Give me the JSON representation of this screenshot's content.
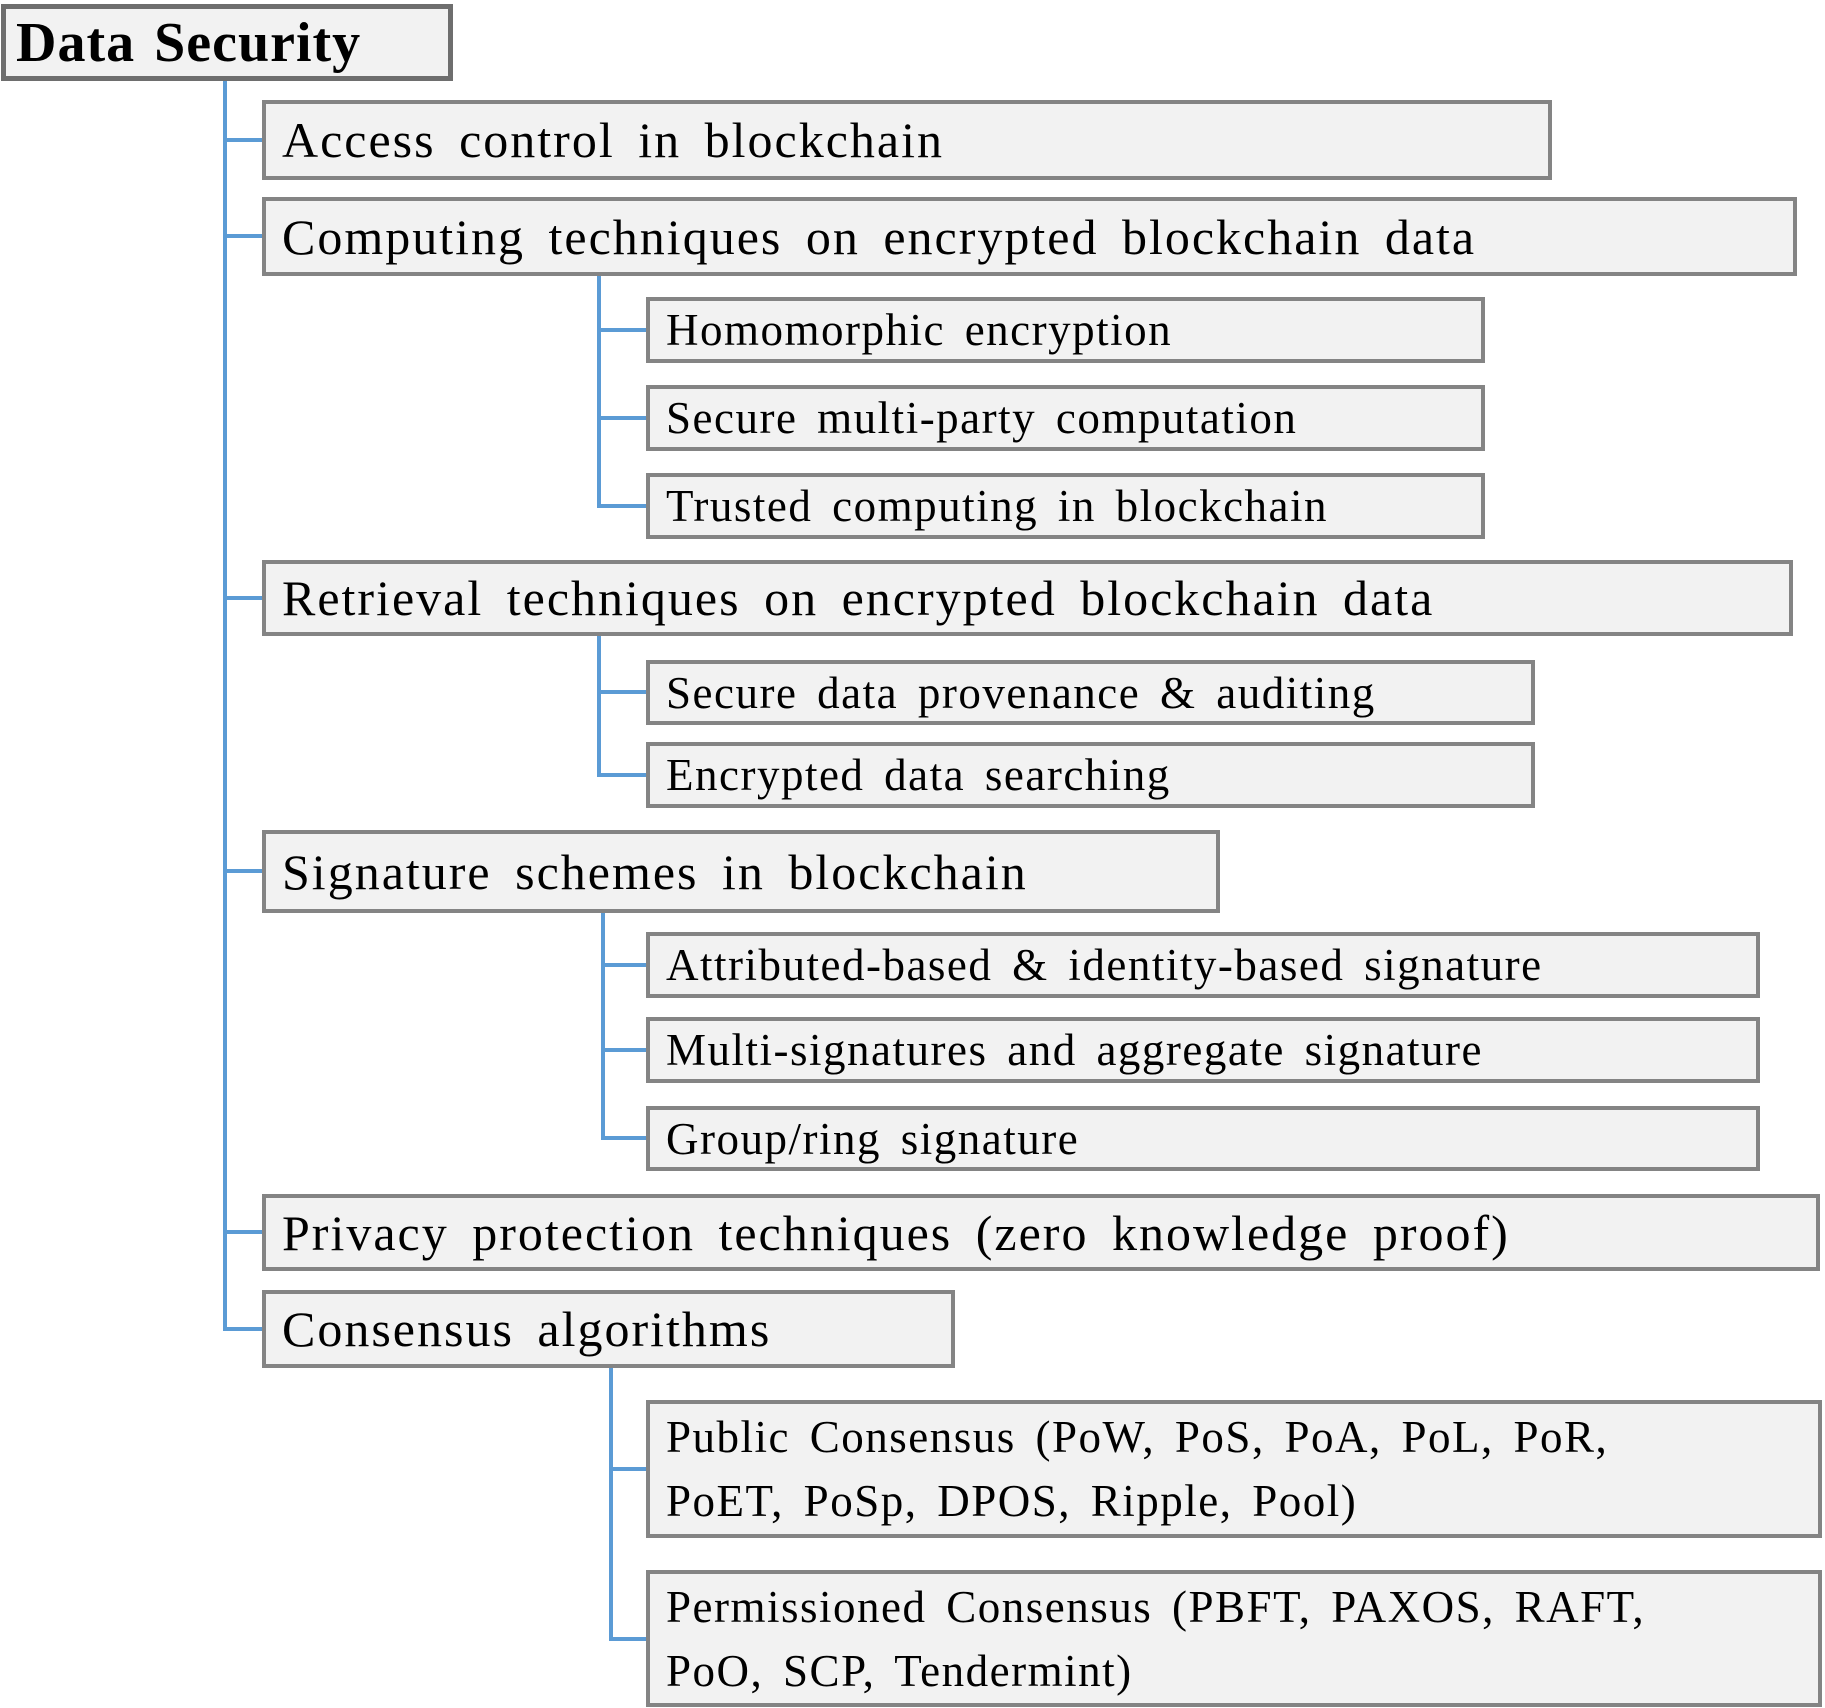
{
  "diagram": {
    "title": "Data Security taxonomy tree",
    "root": {
      "label": "Data Security"
    },
    "branches": [
      {
        "label": "Access control in blockchain",
        "children": []
      },
      {
        "label": "Computing techniques on encrypted blockchain data",
        "children": [
          {
            "label": "Homomorphic encryption"
          },
          {
            "label": "Secure multi-party computation"
          },
          {
            "label": "Trusted computing in blockchain"
          }
        ]
      },
      {
        "label": "Retrieval techniques on encrypted blockchain data",
        "children": [
          {
            "label": "Secure data provenance & auditing"
          },
          {
            "label": "Encrypted data searching"
          }
        ]
      },
      {
        "label": "Signature schemes in blockchain",
        "children": [
          {
            "label": "Attributed-based & identity-based signature"
          },
          {
            "label": "Multi-signatures and aggregate signature"
          },
          {
            "label": "Group/ring signature"
          }
        ]
      },
      {
        "label": "Privacy protection techniques (zero knowledge proof)",
        "children": []
      },
      {
        "label": "Consensus algorithms",
        "children": [
          {
            "label": "Public Consensus (PoW, PoS, PoA, PoL, PoR,\nPoET, PoSp, DPOS, Ripple, Pool)"
          },
          {
            "label": "Permissioned Consensus (PBFT, PAXOS, RAFT,\nPoO, SCP, Tendermint)"
          }
        ]
      }
    ],
    "colors": {
      "background": "#ffffff",
      "box_fill": "#f2f2f2",
      "box_border": "#848484",
      "root_border": "#6e6e6e",
      "connector": "#5b9bd5",
      "text": "#000000"
    }
  }
}
